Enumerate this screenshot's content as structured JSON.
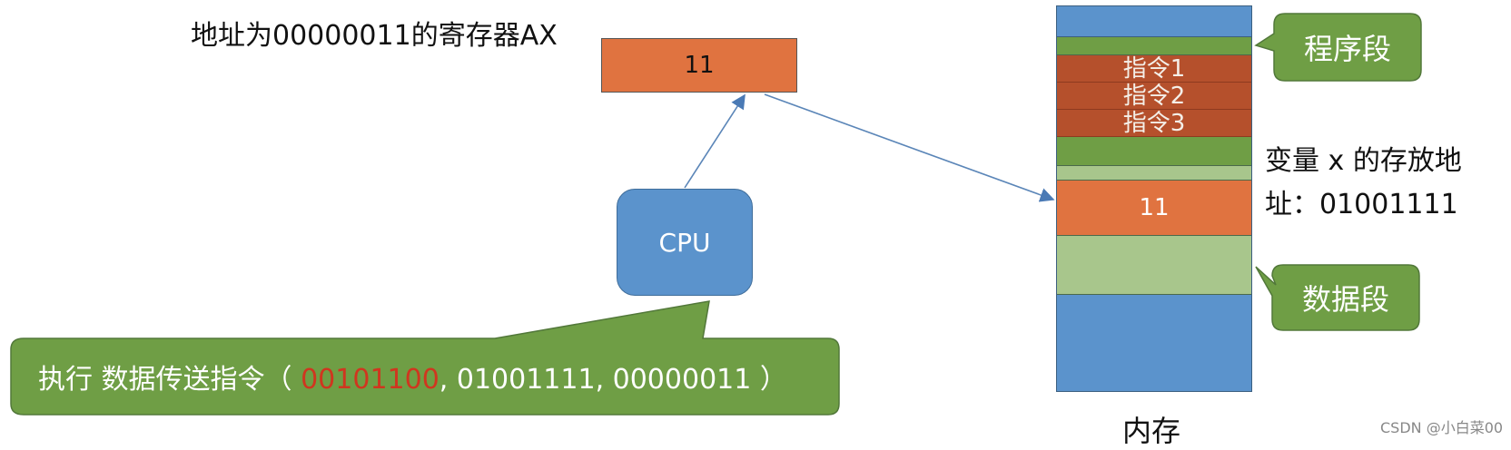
{
  "register": {
    "title": "地址为00000011的寄存器AX",
    "value": "11"
  },
  "cpu": {
    "label": "CPU"
  },
  "instruction_callout": {
    "prefix": "执行 数据传送指令（",
    "opcode": "00101100",
    "operands": ", 01001111, 00000011 ）",
    "colors": {
      "fill": "#6f9e45",
      "opcode": "#d0361f"
    }
  },
  "memory": {
    "label": "内存",
    "instructions": [
      "指令1",
      "指令2",
      "指令3"
    ],
    "data_value": "11",
    "colors": {
      "empty": "#5b93cc",
      "program": "#6f9e45",
      "instruction": "#b5502c",
      "data_light": "#a8c68c",
      "data_value": "#e07340"
    }
  },
  "program_segment": {
    "label": "程序段"
  },
  "data_segment": {
    "label": "数据段"
  },
  "variable_address": {
    "label": "变量 x 的存放地址：01001111"
  },
  "watermark": "CSDN @小白菜00"
}
